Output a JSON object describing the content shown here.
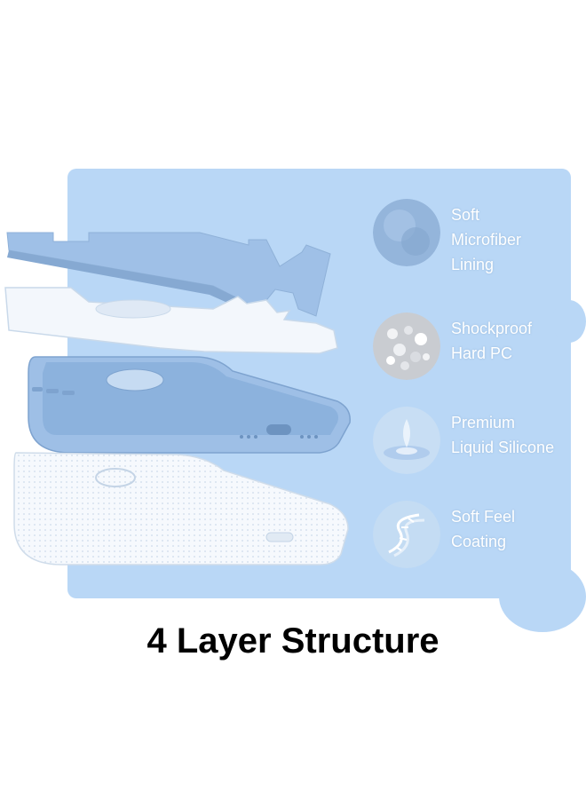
{
  "colors": {
    "panel": "#b9d7f6",
    "case_blue": "#9ebfe6",
    "text_white": "#ffffff",
    "caption": "#000000"
  },
  "features": [
    {
      "label": "Soft\nMicrofiber\nLining",
      "icon": "microfiber-icon"
    },
    {
      "label": "Shockproof\nHard PC",
      "icon": "hard-pc-icon"
    },
    {
      "label": "Premium\nLiquid Silicone",
      "icon": "liquid-drop-icon"
    },
    {
      "label": "Soft Feel\nCoating",
      "icon": "dna-coating-icon"
    }
  ],
  "caption": "4 Layer Structure"
}
